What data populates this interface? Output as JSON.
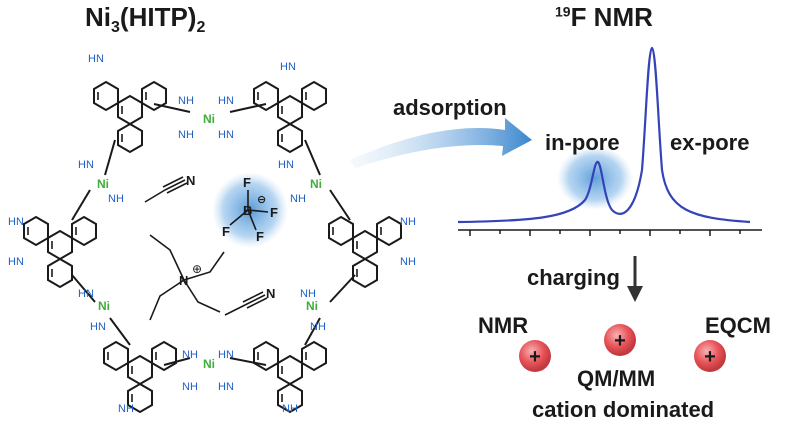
{
  "left": {
    "title_main": "Ni",
    "title_sub1": "3",
    "title_mid": "(HITP)",
    "title_sub2": "2",
    "node_label": "Ni",
    "amine_label": "NH",
    "amine_label2": "HN",
    "anion": {
      "center": "B",
      "f": "F",
      "charge": "⊖"
    },
    "cation": {
      "center": "N",
      "charge": "⊕"
    },
    "solvent": "N"
  },
  "right": {
    "nmr_sup": "19",
    "nmr_title": "F NMR",
    "arrow_label": "adsorption",
    "peak_in": "in-pore",
    "peak_ex": "ex-pore",
    "charging": "charging",
    "methods": [
      {
        "label": "NMR"
      },
      {
        "label": "QM/MM"
      },
      {
        "label": "EQCM"
      }
    ],
    "conclusion": "cation dominated",
    "plus": "+"
  },
  "colors": {
    "bond": "#1a1a1a",
    "amine": "#1f5fc8",
    "nickel": "#3fae3a",
    "spectrum": "#3444b8",
    "glow": "#4f95d6",
    "cation_ball": "#e8555a"
  }
}
